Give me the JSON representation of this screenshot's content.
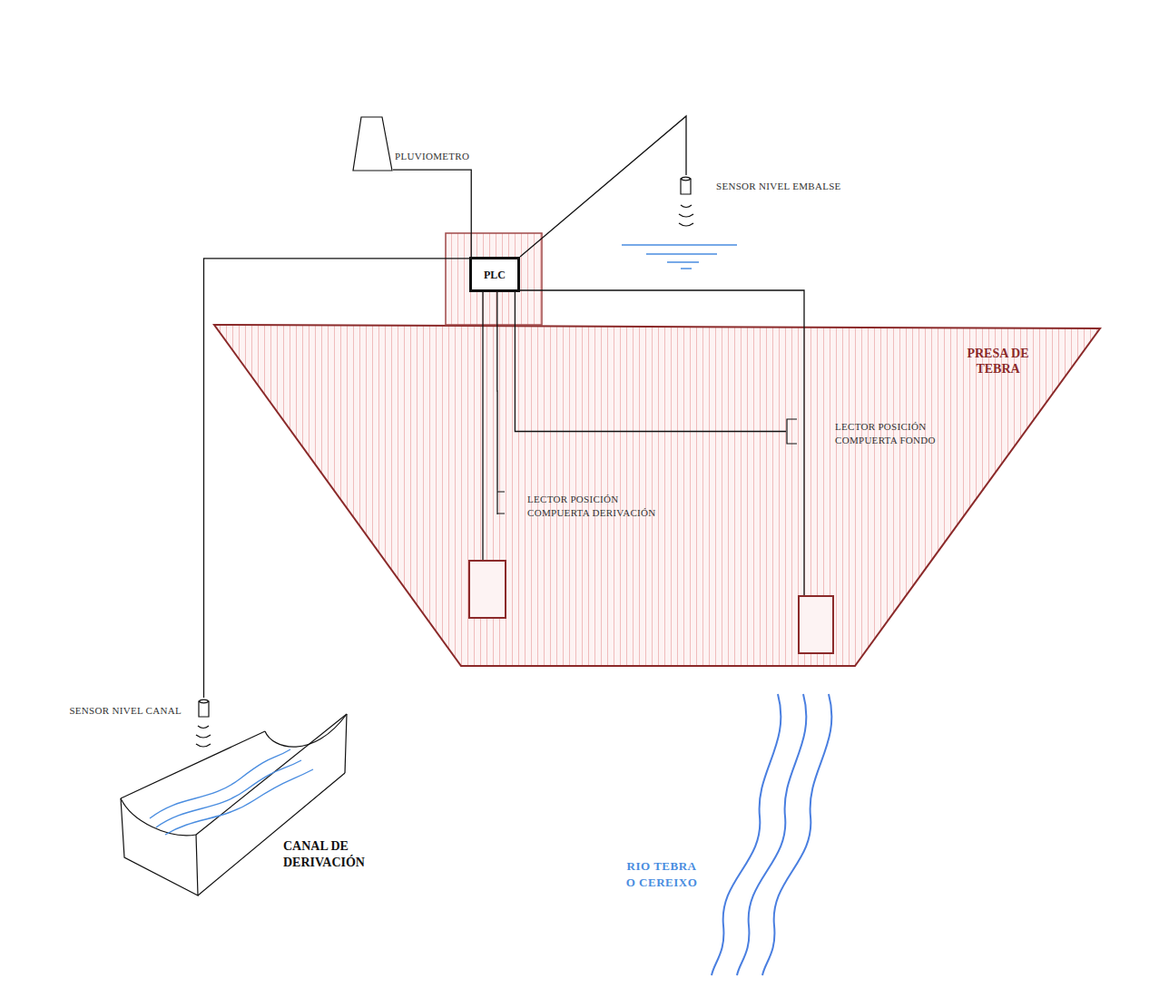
{
  "diagram": {
    "nodes": [
      {
        "text": [
          "PLUVIOMETRO"
        ]
      },
      {
        "text": [
          "SENSOR NIVEL EMBALSE"
        ]
      },
      {
        "text": [
          "PLC"
        ]
      },
      {
        "text": [
          "PRESA DE TEBRA"
        ]
      },
      {
        "text": [
          "LECTOR POSICIÓN COMPUERTA FONDO"
        ],
        "in": 3
      },
      {
        "text": [
          "LECTOR POSICIÓN COMPUERTA DERIVACIÓN"
        ],
        "in": 3
      },
      {
        "text": [
          "SENSOR NIVEL CANAL"
        ]
      },
      {
        "text": [
          "CANAL DE DERIVACIÓN"
        ]
      }
    ],
    "edges": [
      {
        "from": 2,
        "to": 0,
        "arrow": "none"
      },
      {
        "from": 2,
        "to": 1,
        "arrow": "none"
      },
      {
        "from": 2,
        "to": 4,
        "arrow": "none"
      },
      {
        "from": 2,
        "to": 5,
        "arrow": "none"
      },
      {
        "from": 2,
        "to": 6,
        "arrow": "none"
      }
    ],
    "labels": [
      "RIO TEBRA O CEREIXO"
    ]
  }
}
